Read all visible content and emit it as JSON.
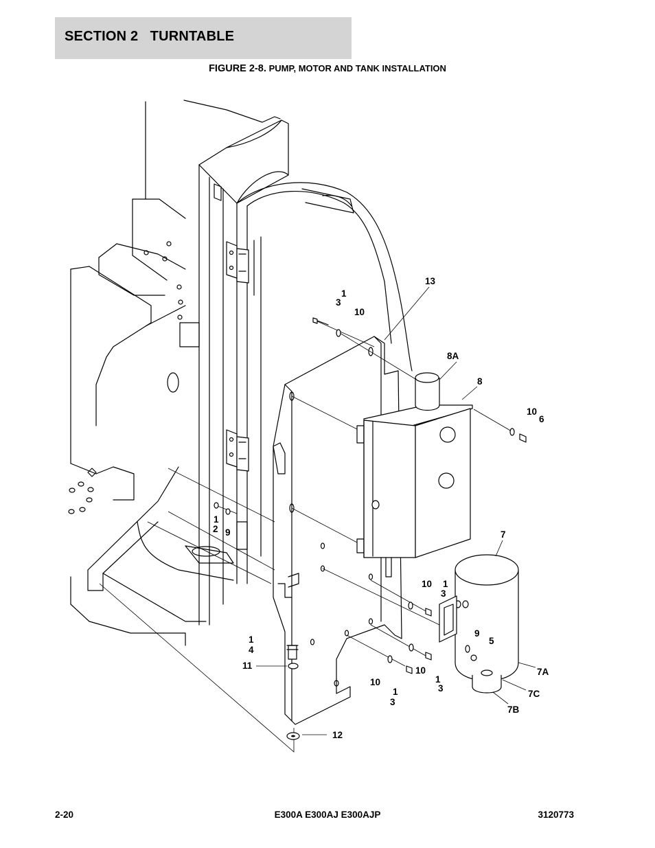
{
  "header": {
    "section_title": "SECTION 2   TURNTABLE",
    "figure_number": "FIGURE 2-8.",
    "figure_caption": "PUMP, MOTOR AND TANK INSTALLATION"
  },
  "callouts": {
    "c13": "13",
    "c1a": "1",
    "c3a": "3",
    "c10a": "10",
    "c8A": "8A",
    "c8": "8",
    "c10b": "10",
    "c6": "6",
    "c1b": "1",
    "c2b": "2",
    "c9a": "9",
    "c7": "7",
    "c10c": "10",
    "c1c": "1",
    "c3c": "3",
    "c9b": "9",
    "c5": "5",
    "c1d": "1",
    "c4d": "4",
    "c11": "11",
    "c10d": "10",
    "c10e": "10",
    "c1e": "1",
    "c3e": "3",
    "c1f": "1",
    "c3f": "3",
    "c7A": "7A",
    "c7C": "7C",
    "c7B": "7B",
    "c12": "12"
  },
  "footer": {
    "page": "2-20",
    "models": "E300A E300AJ E300AJP",
    "doc_number": "3120773"
  }
}
